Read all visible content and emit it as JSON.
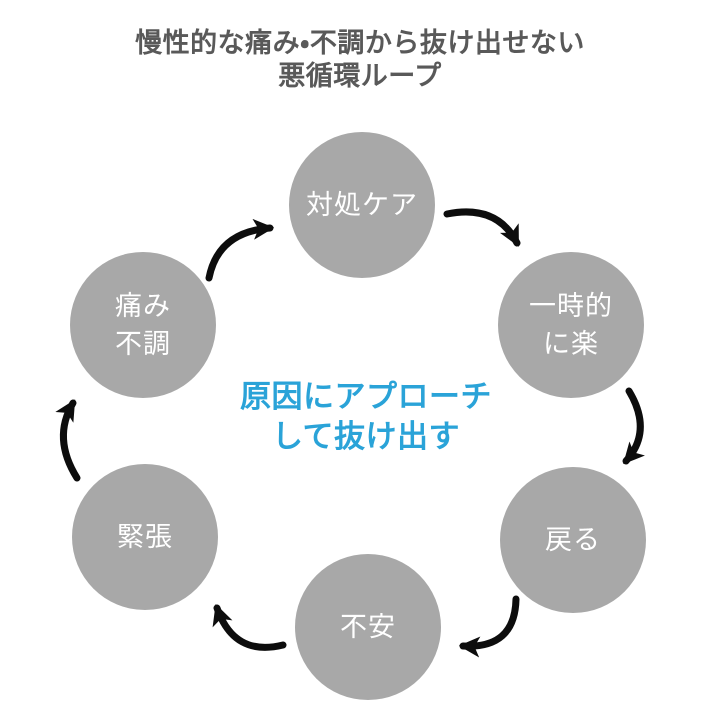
{
  "page": {
    "background_color": "#ffffff"
  },
  "title": {
    "line1": "慢性的な痛み・不調から抜け出せない",
    "line2": "悪循環ループ",
    "color": "#595959"
  },
  "center_message": {
    "line1": "原因にアプローチ",
    "line2": "して抜け出す",
    "color": "#2aa3d8"
  },
  "cycle": {
    "direction": "clockwise",
    "node_color": "#a8a8a8",
    "node_text_color": "#ffffff",
    "arrow_color": "#0d0d0d",
    "nodes": [
      {
        "id": "coping-care",
        "lines": [
          "対処ケア"
        ]
      },
      {
        "id": "temporary-relief",
        "lines": [
          "一時的",
          "に楽"
        ]
      },
      {
        "id": "returns",
        "lines": [
          "戻る"
        ]
      },
      {
        "id": "anxiety",
        "lines": [
          "不安"
        ]
      },
      {
        "id": "tension",
        "lines": [
          "緊張"
        ]
      },
      {
        "id": "pain-discomfort",
        "lines": [
          "痛み",
          "不調"
        ]
      }
    ]
  }
}
